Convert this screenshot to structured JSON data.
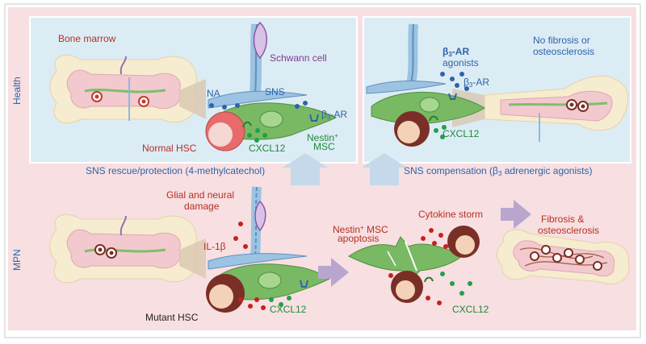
{
  "rows": {
    "health": "Health",
    "mpn": "MPN"
  },
  "health_left": {
    "bone_marrow": "Bone marrow",
    "schwann_cell": "Schwann cell",
    "na": "NA",
    "sns": "SNS",
    "b3ar_beta": "β",
    "b3ar_sub": "3",
    "b3ar_rest": "-AR",
    "normal_hsc": "Normal HSC",
    "cxcl12": "CXCL12",
    "nestin_pre": "Nestin",
    "nestin_sup": "+",
    "msc": "MSC"
  },
  "health_right": {
    "agonists_beta": "β",
    "agonists_sub": "3",
    "agonists_rest": "-AR",
    "agonists_line2": "agonists",
    "b3ar_beta": "β",
    "b3ar_sub": "3",
    "b3ar_rest": "-AR",
    "no_fibrosis_line1": "No fibrosis or",
    "no_fibrosis_line2": "osteosclerosis",
    "cxcl12": "CXCL12"
  },
  "arrows": {
    "rescue": "SNS rescue/protection (4-methylcatechol)",
    "compensation_pre": "SNS compensation (β",
    "compensation_sub": "3",
    "compensation_post": " adrenergic agonists)"
  },
  "mpn": {
    "glial_line1": "Glial and neural",
    "glial_line2": "damage",
    "il1b": "IL-1β",
    "mutant_hsc": "Mutant HSC",
    "cxcl12_left": "CXCL12",
    "nestin_pre": "Nestin",
    "nestin_sup": "+",
    "nestin_rest": " MSC",
    "apoptosis": "apoptosis",
    "cytokine_storm": "Cytokine storm",
    "cxcl12_right": "CXCL12",
    "fibrosis_line1": "Fibrosis &",
    "fibrosis_line2": "osteosclerosis"
  },
  "colors": {
    "health_bg": "#dcecf5",
    "mpn_bg": "#f7dfe2",
    "bone_fill": "#f6ecd0",
    "marrow_fill": "#f2c9cf",
    "msc_green": "#79b964",
    "nerve_blue": "#9cc4e2",
    "hsc_normal": "#e86a6a",
    "hsc_mutant": "#7a2f26",
    "dot_red": "#c8201e",
    "dot_green": "#21a04a",
    "arrow_blue": "#c5d9ea",
    "arrow_purple": "#b9a6cf"
  }
}
